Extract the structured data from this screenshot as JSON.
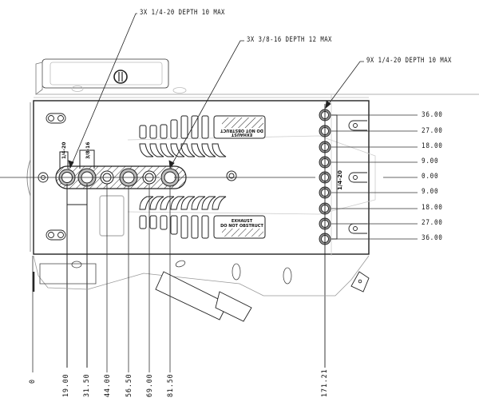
{
  "callouts": {
    "top_left": "3X 1/4-20 DEPTH 10 MAX",
    "top_mid": "3X 3/8-16 DEPTH 12 MAX",
    "right": "9X 1/4-20 DEPTH 10 MAX"
  },
  "labels": {
    "thread_1_4_20": "1/4-20",
    "thread_3_8_16": "3/8-16",
    "right_column_thread": "1/4-20",
    "exhaust_top": "EXHAUST DO NOT OBSTRUCT",
    "exhaust_bottom": [
      "EXHAUST",
      "DO NOT OBSTRUCT"
    ]
  },
  "right_dimensions": [
    "36.00",
    "27.00",
    "18.00",
    "9.00",
    "0.00",
    "9.00",
    "18.00",
    "27.00",
    "36.00"
  ],
  "bottom_dimensions": [
    "0",
    "19.00",
    "31.50",
    "44.00",
    "56.50",
    "69.00",
    "81.50",
    "171.21"
  ],
  "colors": {
    "line": "#111111",
    "light_line": "#b5b5b5",
    "hole_fill": "#9a9a9a"
  }
}
